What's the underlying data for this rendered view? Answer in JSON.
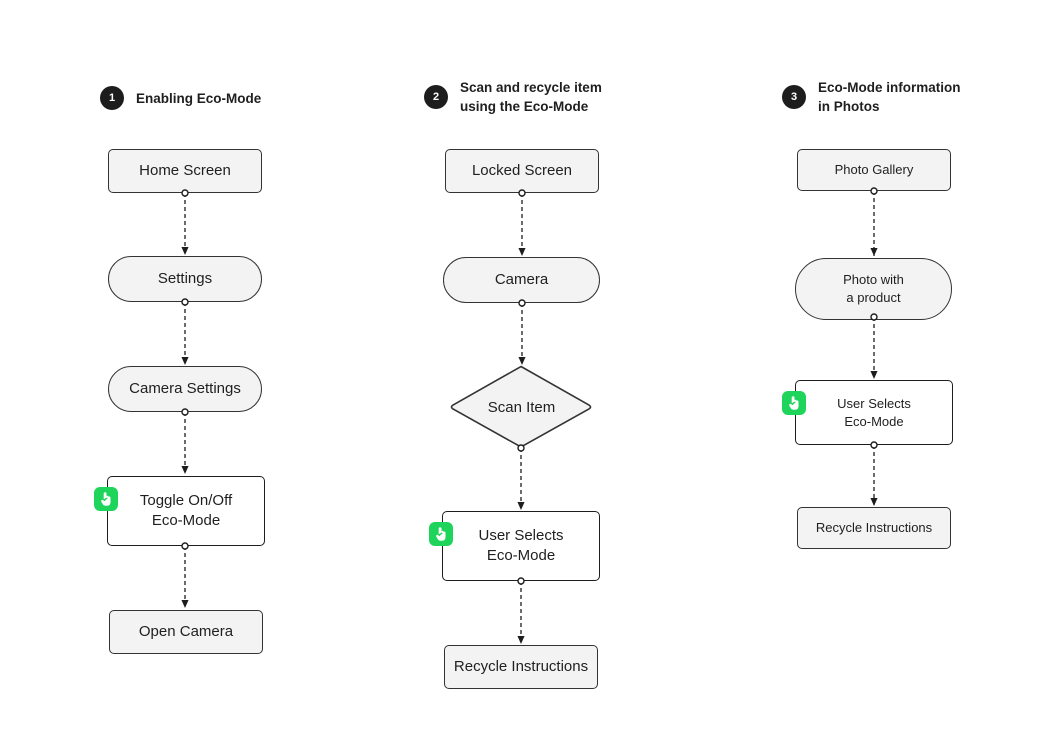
{
  "flows": [
    {
      "step": "1",
      "title": "Enabling Eco-Mode",
      "nodes": {
        "home": "Home Screen",
        "settings": "Settings",
        "camera_settings": "Camera Settings",
        "toggle": "Toggle On/Off\nEco-Mode",
        "open_camera": "Open Camera"
      }
    },
    {
      "step": "2",
      "title": "Scan and recycle item\nusing the Eco-Mode",
      "nodes": {
        "locked": "Locked Screen",
        "camera": "Camera",
        "scan": "Scan Item",
        "user_selects": "User Selects\nEco-Mode",
        "recycle": "Recycle Instructions"
      }
    },
    {
      "step": "3",
      "title": "Eco-Mode information\nin Photos",
      "nodes": {
        "gallery": "Photo Gallery",
        "photo_product": "Photo with\na product",
        "user_selects": "User Selects\nEco-Mode",
        "recycle": "Recycle Instructions"
      }
    }
  ],
  "colors": {
    "tap_accent": "#1fd45a",
    "badge": "#1d1d1d",
    "node_fill": "#f3f3f3",
    "stroke": "#333333"
  },
  "icons": {
    "tap": "tap-hand-icon"
  }
}
